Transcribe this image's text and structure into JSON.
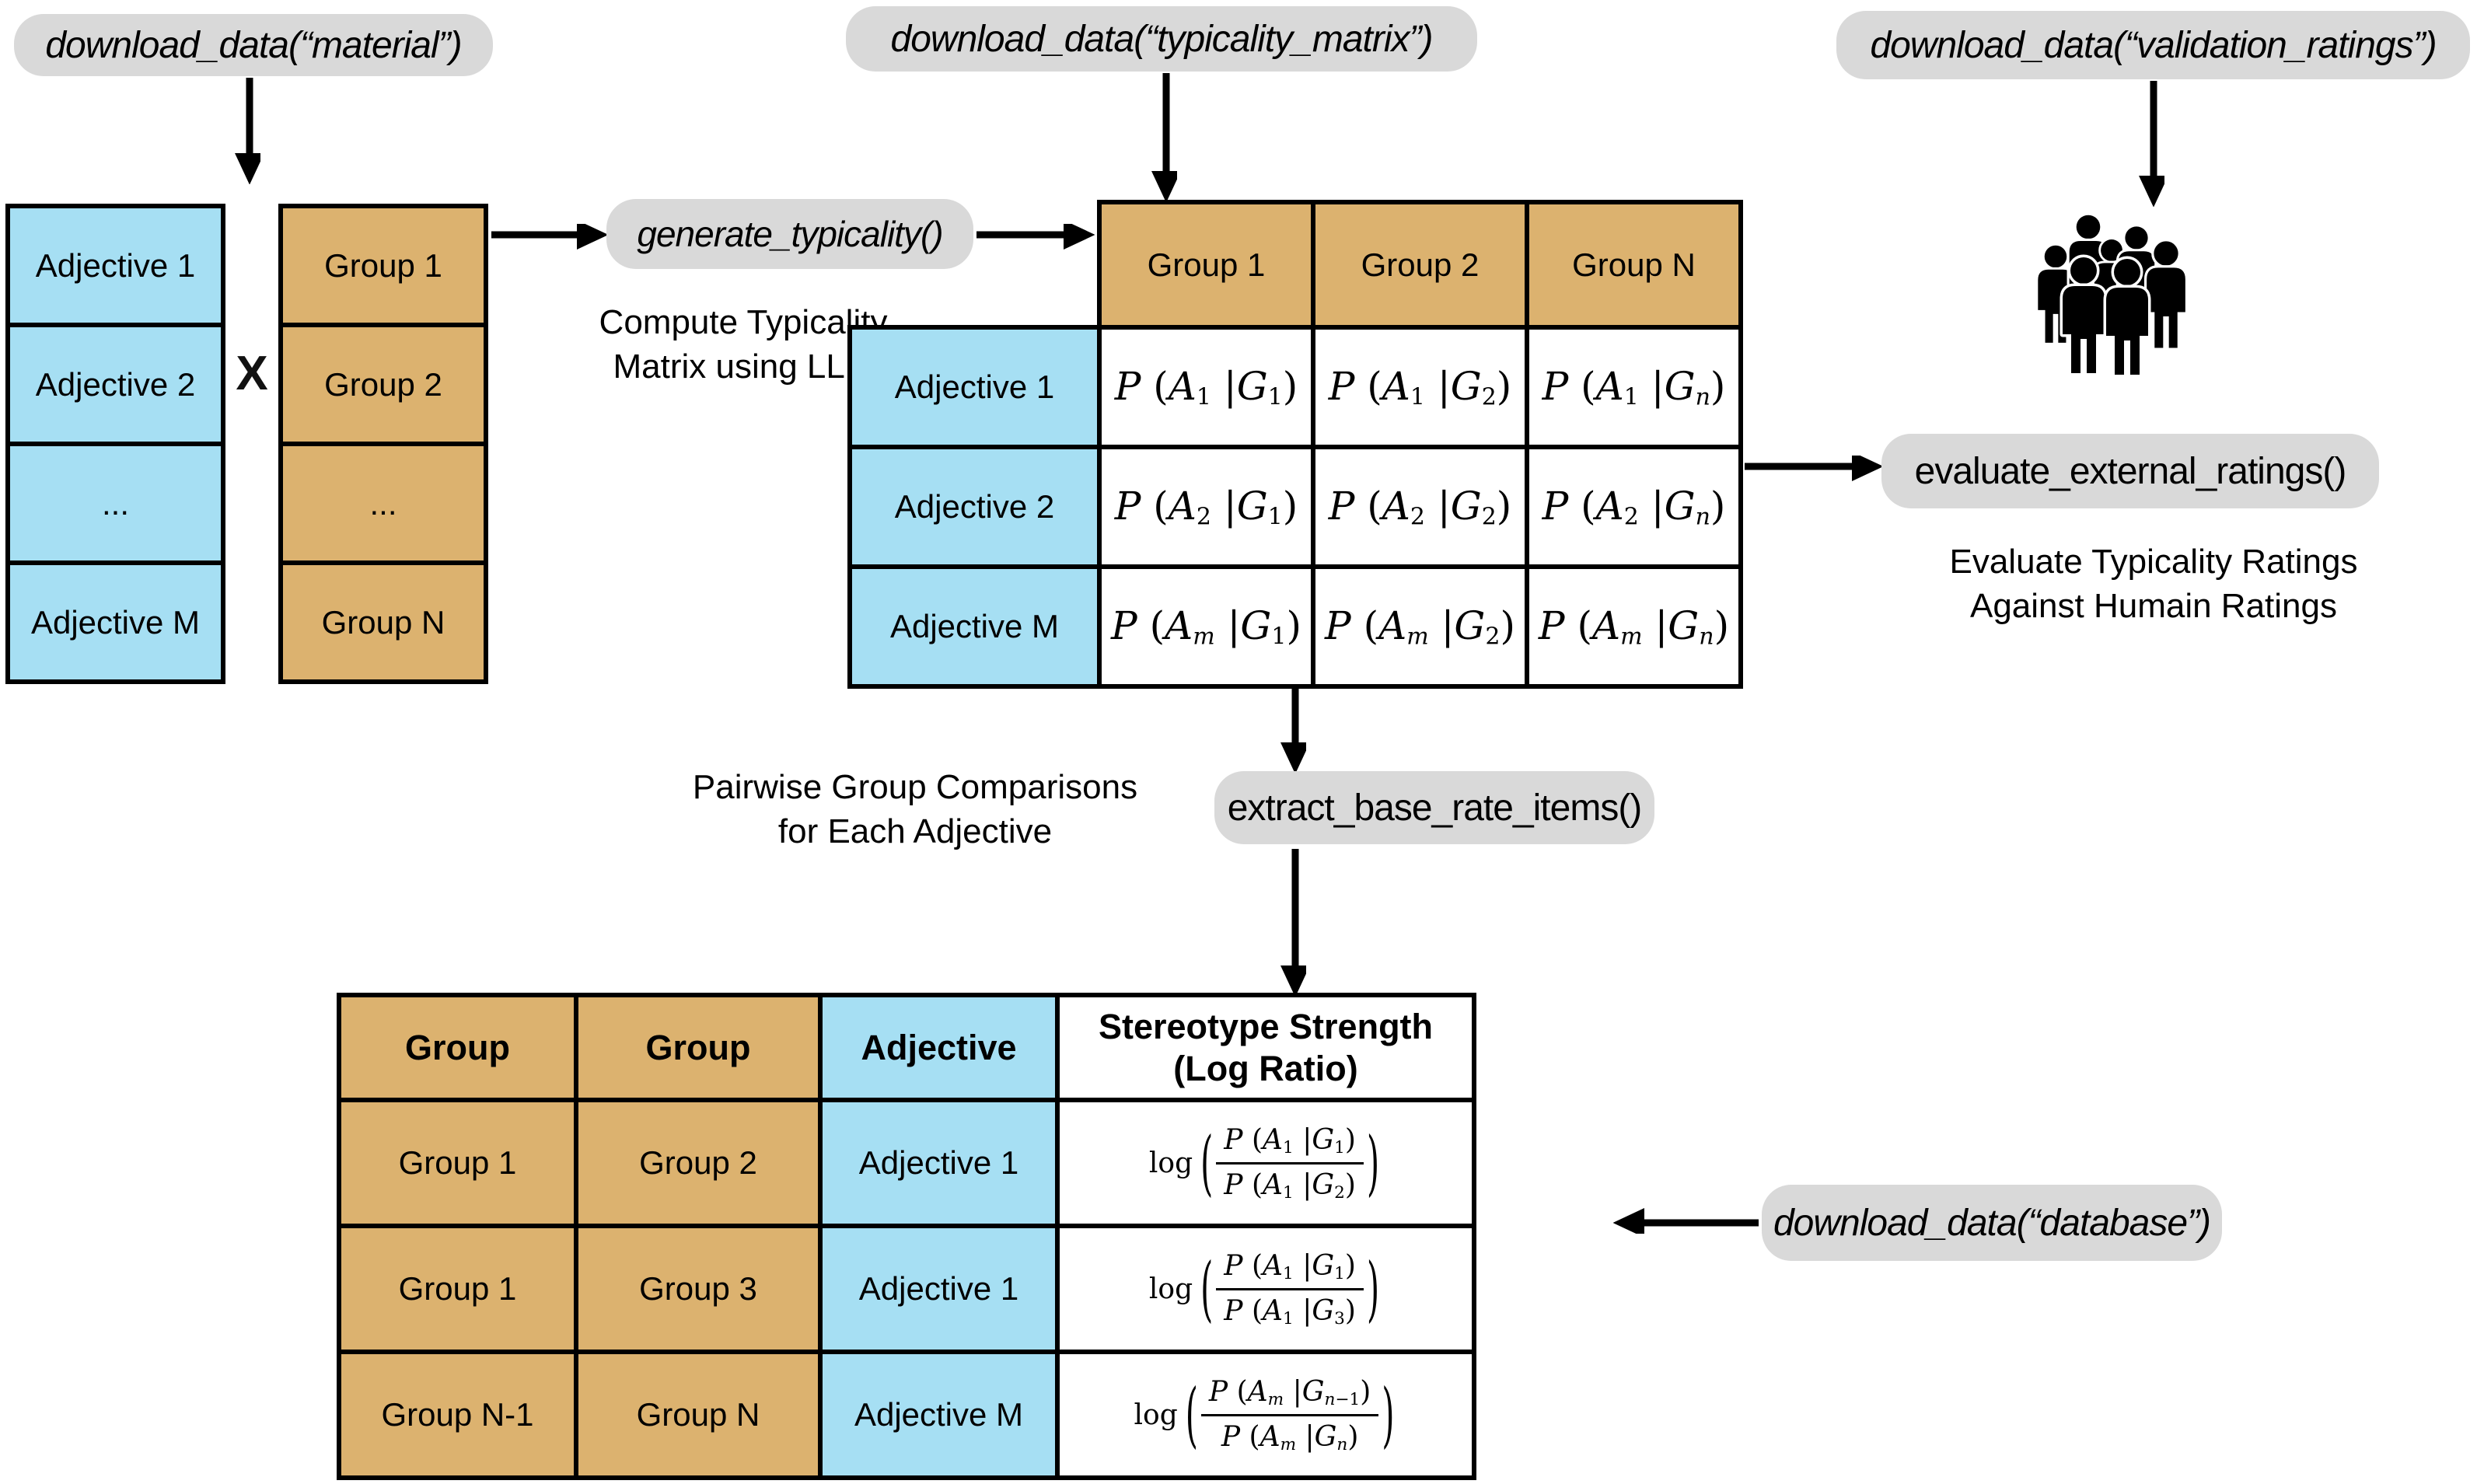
{
  "diagram": {
    "pills": {
      "material": "download_data(“material”)",
      "typicality_matrix": "download_data(“typicality_matrix”)",
      "validation_ratings": "download_data(“validation_ratings”)",
      "generate_typicality": "generate_typicality()",
      "evaluate_external_ratings": "evaluate_external_ratings()",
      "extract_base_rate_items": "extract_base_rate_items()",
      "database": "download_data(“database”)"
    },
    "adjective_list": {
      "items": [
        "Adjective 1",
        "Adjective 2",
        "...",
        "Adjective M"
      ]
    },
    "group_list": {
      "items": [
        "Group 1",
        "Group 2",
        "...",
        "Group N"
      ]
    },
    "cross_symbol": "X",
    "notes": {
      "compute": [
        "Compute Typicality",
        "Matrix using LLM"
      ],
      "pairwise": [
        "Pairwise Group Comparisons",
        "for Each Adjective"
      ],
      "evaluate": [
        "Evaluate Typicality Ratings",
        "Against Humain Ratings"
      ]
    },
    "matrix": {
      "col_headers": [
        "Group 1",
        "Group 2",
        "Group N"
      ],
      "row_headers": [
        "Adjective 1",
        "Adjective 2",
        "Adjective M"
      ],
      "cells": [
        [
          "P (A_1 |G_1)",
          "P (A_1 |G_2)",
          "P (A_1 |G_n)"
        ],
        [
          "P (A_2 |G_1)",
          "P (A_2 |G_2)",
          "P (A_2 |G_n)"
        ],
        [
          "P (A_m |G_1)",
          "P (A_m |G_2)",
          "P (A_m |G_n)"
        ]
      ]
    },
    "results_table": {
      "log_label": "log",
      "headers": [
        "Group",
        "Group",
        "Adjective"
      ],
      "header_last": [
        "Stereotype Strength",
        "(Log Ratio)"
      ],
      "rows": [
        {
          "group_a": "Group 1",
          "group_b": "Group 2",
          "adjective": "Adjective 1",
          "frac": {
            "num": "P (A_1 |G_1)",
            "den": "P (A_1 |G_2)"
          }
        },
        {
          "group_a": "Group 1",
          "group_b": "Group 3",
          "adjective": "Adjective 1",
          "frac": {
            "num": "P (A_1 |G_1)",
            "den": "P (A_1 |G_3)"
          }
        },
        {
          "group_a": "Group N-1",
          "group_b": "Group N",
          "adjective": "Adjective M",
          "frac": {
            "num": "P (A_m |G_{n−1})",
            "den": "P (A_m |G_n)"
          }
        }
      ]
    },
    "icons": {
      "crowd": "crowd-of-people-icon"
    },
    "colors": {
      "tan": "#DCB26F",
      "blue": "#A6DFF3",
      "pill_gray": "#D9D9D9",
      "border": "#000000",
      "background": "#FFFFFF"
    }
  }
}
